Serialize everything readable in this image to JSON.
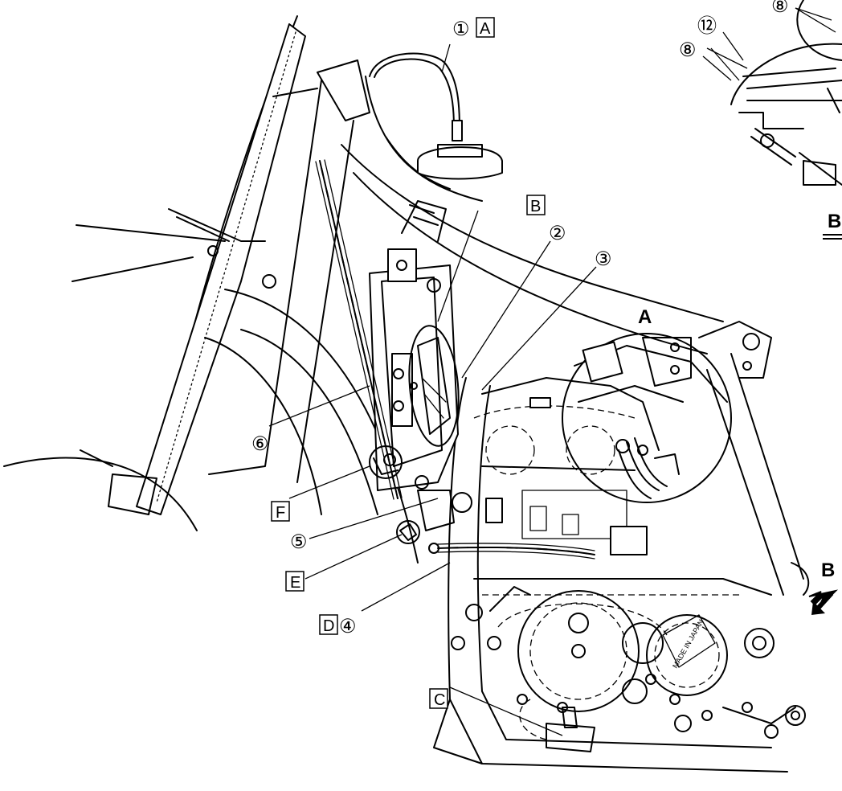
{
  "callouts": {
    "c1": "①",
    "c2": "②",
    "c3": "③",
    "c4": "④",
    "c5": "⑤",
    "c6": "⑥",
    "c8a": "⑧",
    "c8b": "⑧",
    "c12": "⑫"
  },
  "boxed_labels": {
    "a": "A",
    "b": "B",
    "c": "C",
    "d": "D",
    "e": "E",
    "f": "F"
  },
  "detail_labels": {
    "a": "A",
    "b_arrow": "B",
    "b_inset": "B"
  },
  "engine_stamp": "MADE IN JAPAN"
}
